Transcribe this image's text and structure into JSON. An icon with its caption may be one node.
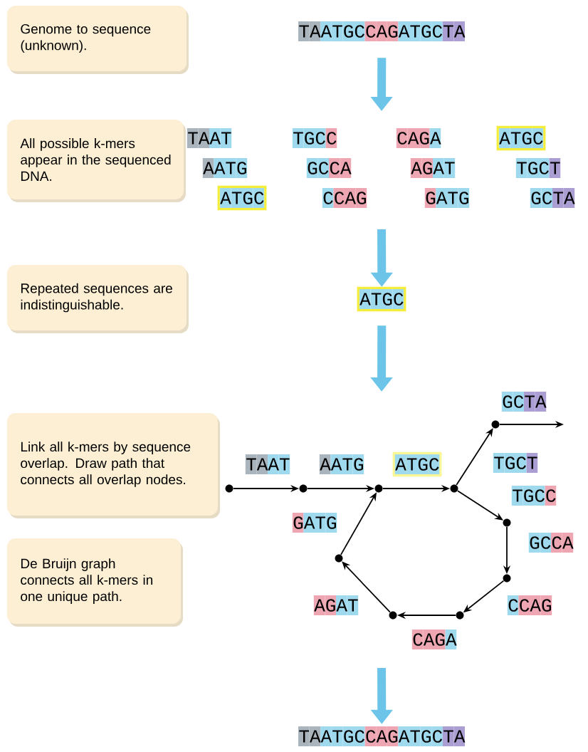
{
  "diagram": {
    "nodes": [
      {
        "text": [
          "Genome to sequence (unknown)."
        ]
      },
      {
        "text": [
          "TAATGCCAGATGCTA"
        ]
      },
      {
        "text": [
          "All possible k-mers appear in the sequenced DNA."
        ]
      },
      {
        "text": [
          "TAAT"
        ]
      },
      {
        "text": [
          "TGCC"
        ]
      },
      {
        "text": [
          "CAGA"
        ]
      },
      {
        "text": [
          "ATGC"
        ]
      },
      {
        "text": [
          "AATG"
        ]
      },
      {
        "text": [
          "GCCA"
        ]
      },
      {
        "text": [
          "AGAT"
        ]
      },
      {
        "text": [
          "TGCT"
        ]
      },
      {
        "text": [
          "ATGC"
        ]
      },
      {
        "text": [
          "CCAG"
        ]
      },
      {
        "text": [
          "GATG"
        ]
      },
      {
        "text": [
          "GCTA"
        ]
      },
      {
        "text": [
          "Repeated sequences are indistinguishable."
        ]
      },
      {
        "text": [
          "ATGC"
        ]
      },
      {
        "text": [
          "Link all k-mers by sequence overlap. Draw path that connects all overlap nodes."
        ]
      },
      {
        "text": [
          "De Bruijn graph connects all k-mers in one unique path."
        ]
      },
      {
        "text": [],
        "shape": "circle"
      },
      {
        "text": [],
        "shape": "circle"
      },
      {
        "text": [],
        "shape": "circle"
      },
      {
        "text": [],
        "shape": "circle"
      },
      {
        "text": [],
        "shape": "circle"
      },
      {
        "text": [],
        "shape": "circle"
      },
      {
        "text": [],
        "shape": "circle"
      },
      {
        "text": [],
        "shape": "circle"
      },
      {
        "text": [],
        "shape": "circle"
      },
      {
        "text": [],
        "shape": "circle"
      },
      {
        "text": [
          "TAATGCCAGATGCTA"
        ]
      }
    ],
    "edges": [
      {
        "from": 1,
        "to": null,
        "arrow": "to",
        "style": "thick",
        "color": "#6cc5e9"
      },
      {
        "from": null,
        "to": 16,
        "arrow": "to",
        "style": "thick",
        "color": "#6cc5e9"
      },
      {
        "from": 16,
        "to": null,
        "arrow": "to",
        "style": "thick",
        "color": "#6cc5e9"
      },
      {
        "from": null,
        "to": 29,
        "arrow": "to",
        "style": "thick",
        "color": "#6cc5e9"
      },
      {
        "from": 19,
        "to": 20,
        "arrow": "to",
        "label": "TAAT"
      },
      {
        "from": 20,
        "to": 22,
        "arrow": "to",
        "label": "AATG"
      },
      {
        "from": 22,
        "to": 24,
        "arrow": "to",
        "label": "ATGC"
      },
      {
        "from": 24,
        "to": 26,
        "arrow": "to",
        "label": "TGCT"
      },
      {
        "from": 26,
        "to": null,
        "arrow": "to",
        "label": "GCTA"
      },
      {
        "from": 24,
        "to": 27,
        "arrow": "to",
        "label": "TGCC"
      },
      {
        "from": 27,
        "to": 28,
        "arrow": "to",
        "label": "GCCA"
      },
      {
        "from": 28,
        "to": 25,
        "arrow": "to",
        "label": "CCAG"
      },
      {
        "from": 25,
        "to": 23,
        "arrow": "to",
        "label": "CAGA"
      },
      {
        "from": 23,
        "to": 21,
        "arrow": "to",
        "label": "AGAT"
      },
      {
        "from": 21,
        "to": 22,
        "arrow": "to",
        "label": "GATG"
      }
    ]
  }
}
